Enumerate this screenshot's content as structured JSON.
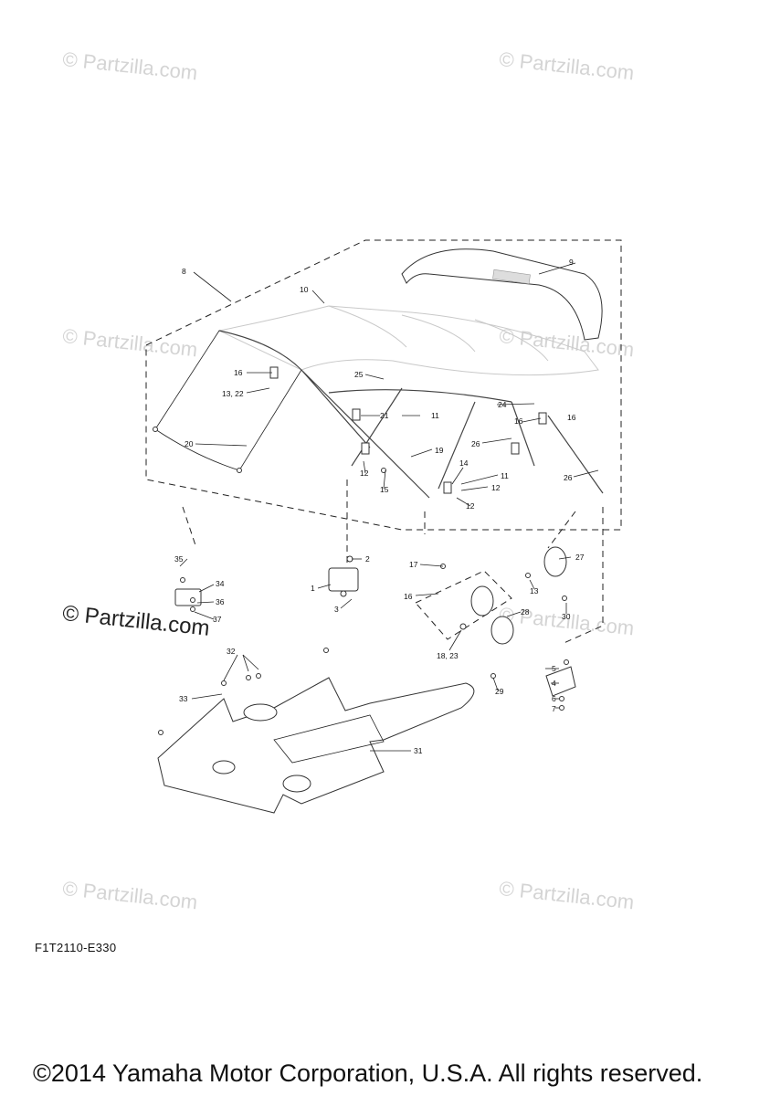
{
  "watermark": {
    "text": "© Partzilla.com",
    "strong_text": "© Partzilla.com"
  },
  "diagram_code": "F1T2110-E330",
  "copyright": "©2014 Yamaha Motor Corporation, U.S.A. All rights reserved.",
  "callouts": [
    "1",
    "2",
    "3",
    "4",
    "5",
    "6",
    "7",
    "8",
    "9",
    "10",
    "11",
    "11",
    "12",
    "12",
    "12",
    "13",
    "13, 22",
    "14",
    "15",
    "16",
    "16",
    "16",
    "16",
    "17",
    "18, 23",
    "19",
    "20",
    "21",
    "24",
    "25",
    "26",
    "26",
    "27",
    "28",
    "29",
    "30",
    "31",
    "32",
    "33",
    "34",
    "35",
    "36",
    "37"
  ]
}
